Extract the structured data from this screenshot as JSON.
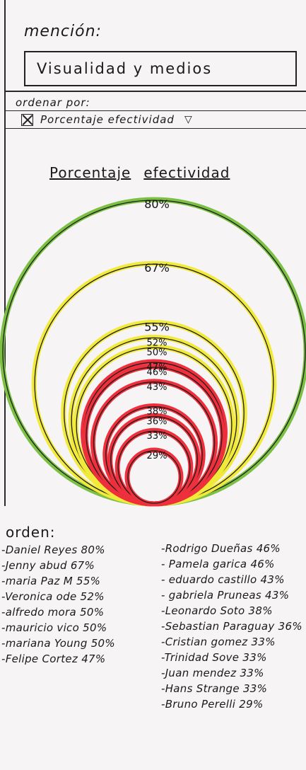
{
  "mention": {
    "label": "mención:",
    "value": "Visualidad y medios"
  },
  "sort": {
    "label": "ordenar por:",
    "selected": "Porcentaje efectividad",
    "checked": true,
    "dropdown_icon": "triangle-down-icon"
  },
  "chart_title": {
    "word1": "Porcentaje",
    "word2": "efectividad"
  },
  "chart_data": {
    "type": "concentric-circles",
    "values": [
      80,
      67,
      55,
      52,
      50,
      47,
      46,
      43,
      38,
      36,
      33,
      29
    ],
    "labels": [
      "80%",
      "67%",
      "55%",
      "52%",
      "50%",
      "47%",
      "46%",
      "43%",
      "38%",
      "36%",
      "33%",
      "29%"
    ],
    "color_bands": {
      "green": "#7cc043",
      "yellow": "#f2ea3a",
      "red": "#ee2f3c"
    },
    "band_of_value": [
      "green",
      "yellow",
      "yellow",
      "yellow",
      "yellow",
      "red",
      "red",
      "red",
      "red",
      "red",
      "red",
      "red"
    ]
  },
  "order": {
    "title": "orden:",
    "col1": [
      "-Daniel Reyes 80%",
      "-Jenny abud 67%",
      "-maria Paz M 55%",
      "-Veronica ode 52%",
      "-alfredo mora 50%",
      "-mauricio vico 50%",
      "-mariana Young 50%",
      "-Felipe Cortez 47%"
    ],
    "col2": [
      "-Rodrigo Dueñas 46%",
      "- Pamela garica 46%",
      "- eduardo castillo 43%",
      "- gabriela Pruneas 43%",
      "-Leonardo Soto 38%",
      "-Sebastian Paraguay 36%",
      "-Cristian gomez 33%",
      "-Trinidad Sove 33%",
      "-Juan mendez 33%",
      "-Hans Strange 33%",
      "-Bruno Perelli 29%"
    ]
  }
}
